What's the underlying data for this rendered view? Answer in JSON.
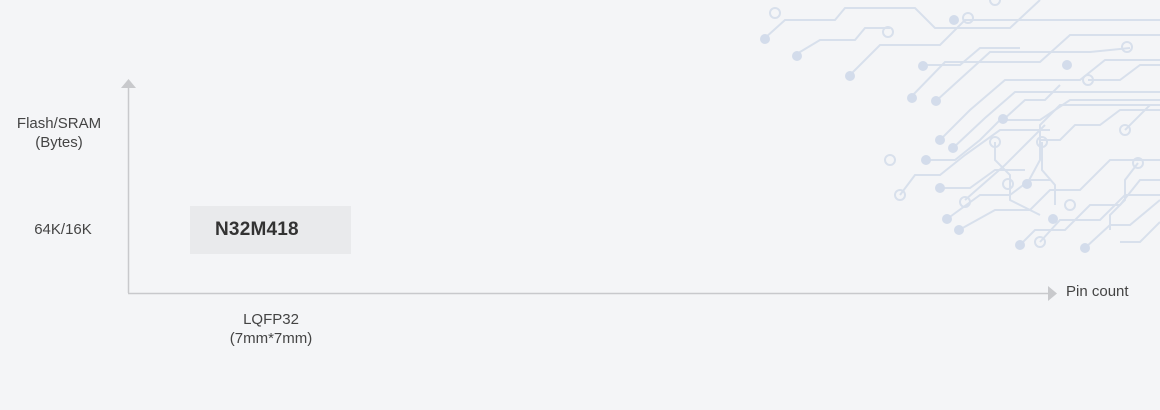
{
  "diagram": {
    "y_axis_label": [
      "Flash/SRAM",
      "(Bytes)"
    ],
    "y_tick": "64K/16K",
    "x_axis_label": "Pin count",
    "x_tick": [
      "LQFP32",
      "(7mm*7mm)"
    ],
    "products": [
      {
        "name": "N32M418",
        "memory": "64K/16K",
        "package": "LQFP32 (7mm*7mm)"
      }
    ]
  },
  "colors": {
    "background": "#f4f5f7",
    "axis": "#c8c9cc",
    "circuit": "#dce3ef",
    "product_box": "#e9eaec"
  },
  "decor": {
    "background_art": "circuit-traces"
  }
}
